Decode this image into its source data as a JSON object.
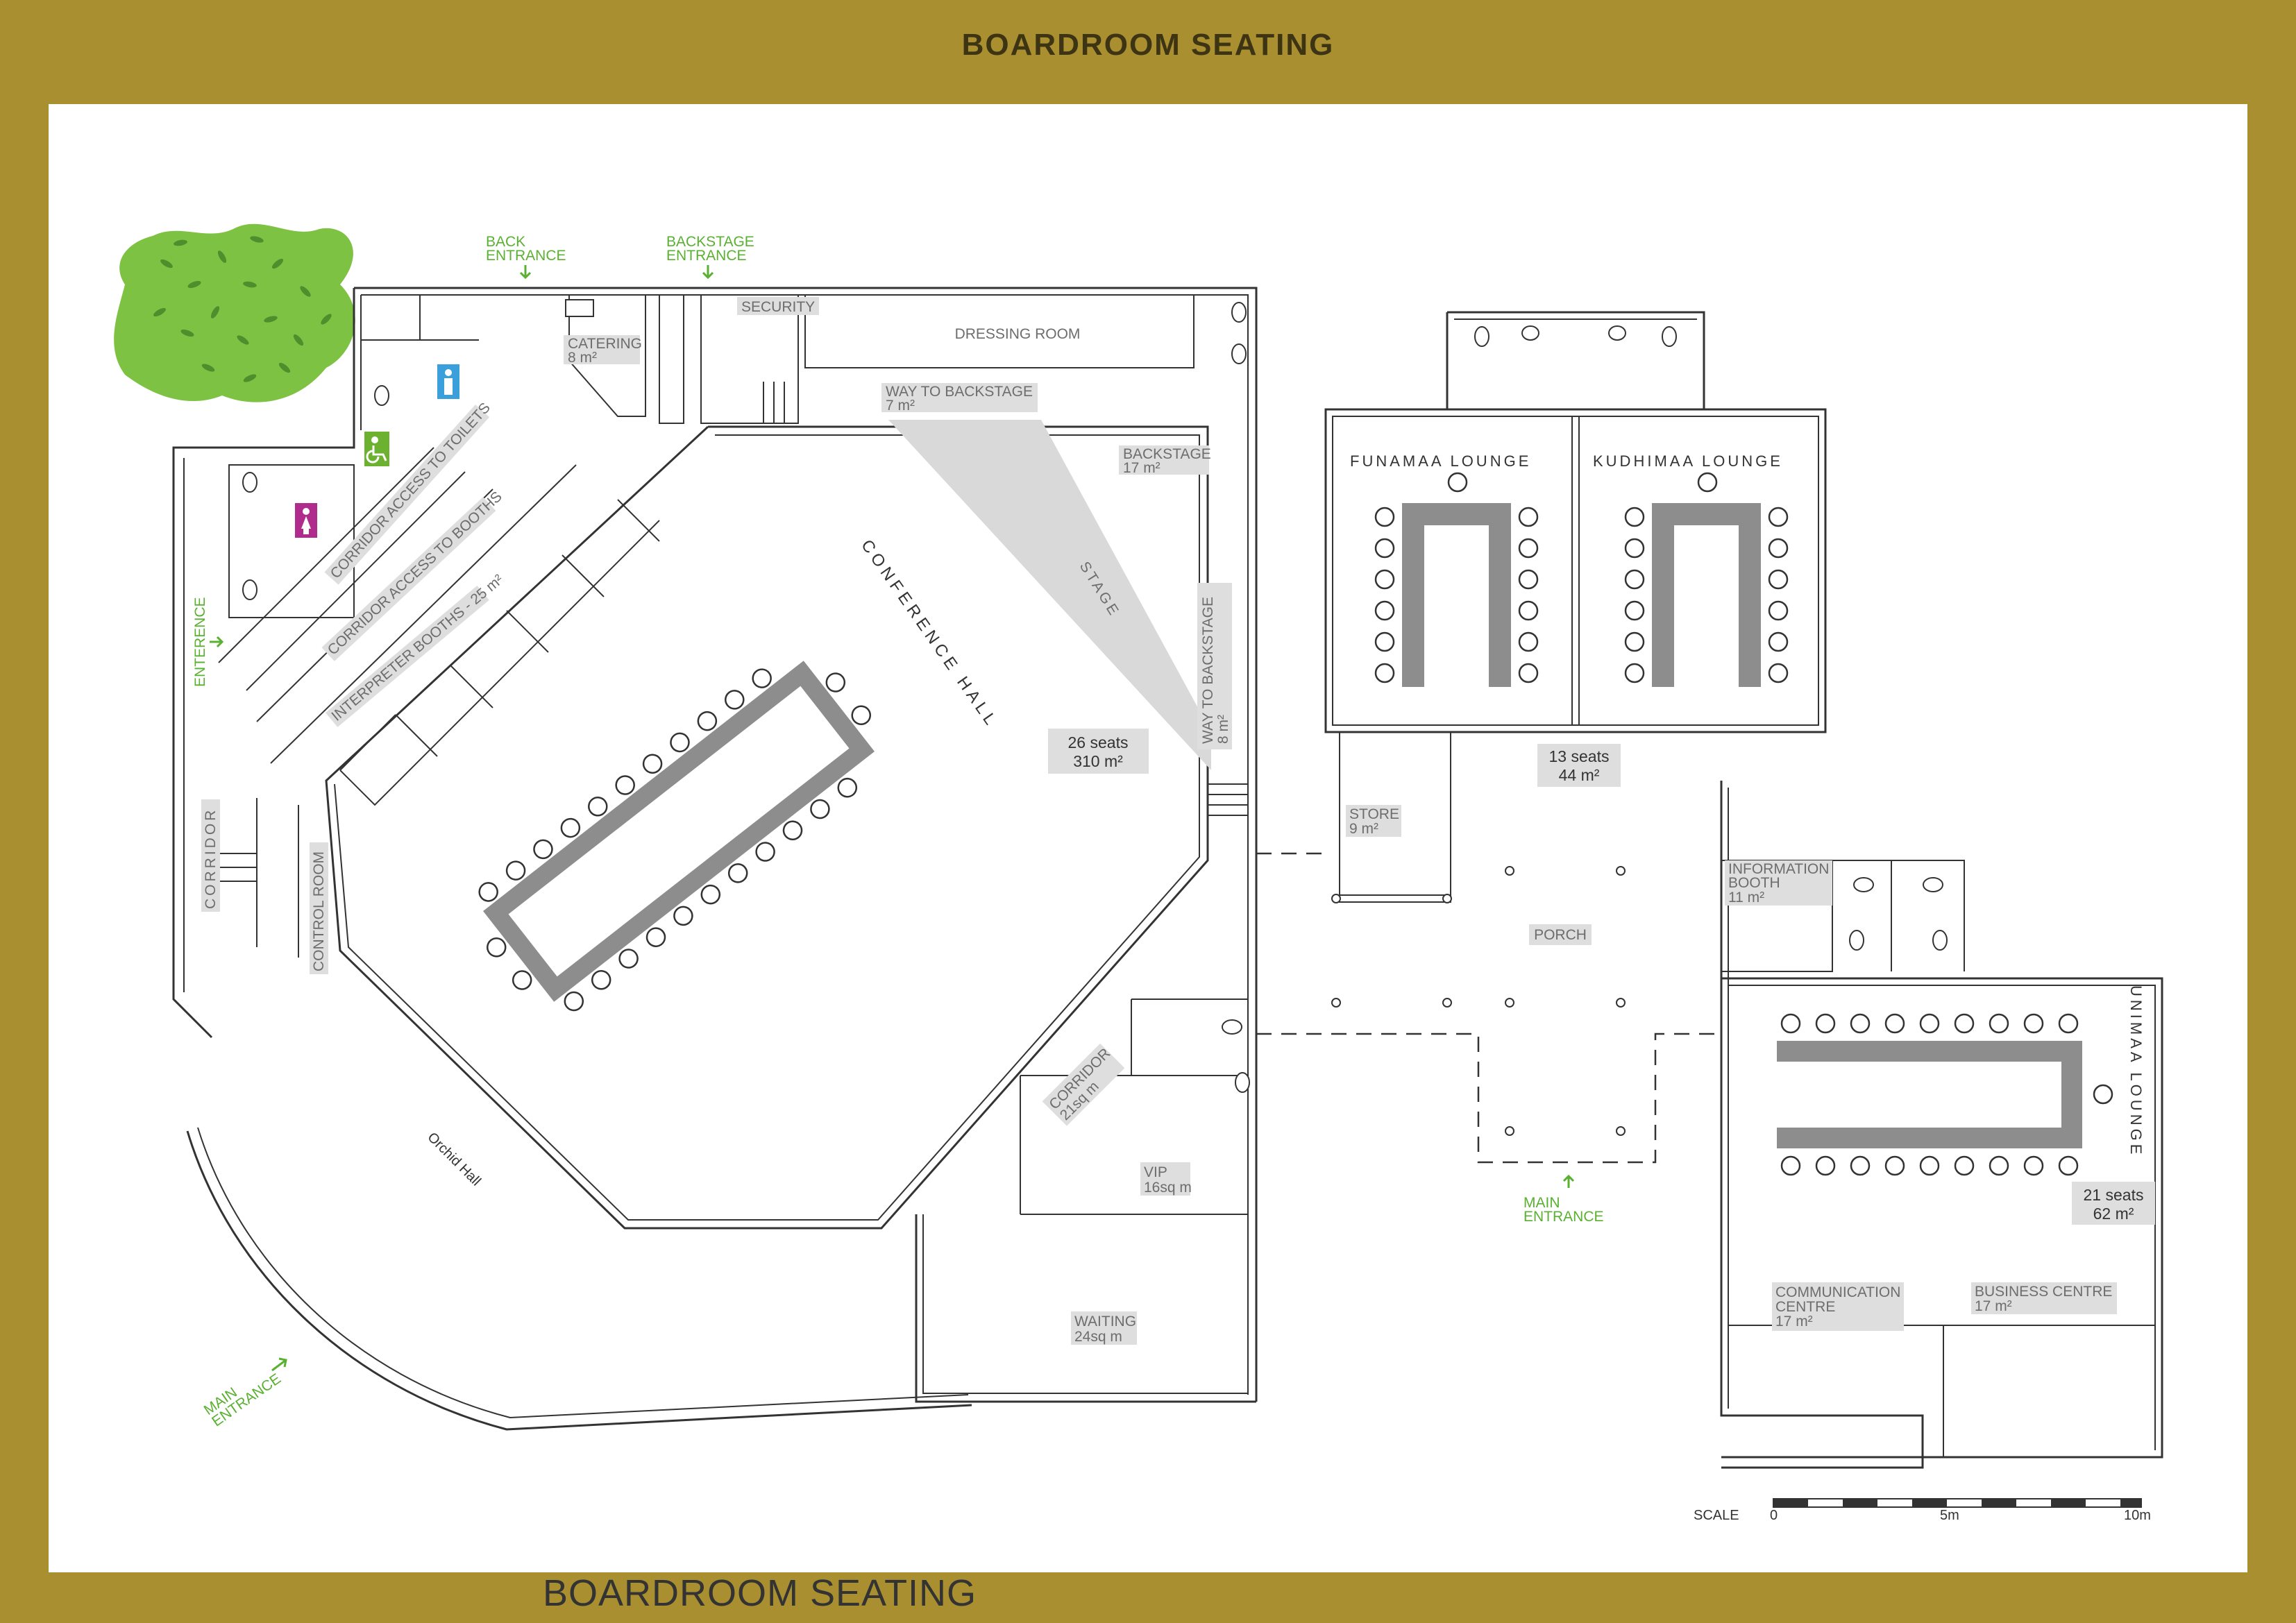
{
  "header": {
    "title": "BOARDROOM SEATING"
  },
  "footer": {
    "title": "BOARDROOM SEATING"
  },
  "scale": {
    "label": "SCALE",
    "ticks": [
      "0",
      "5m",
      "10m"
    ]
  },
  "entrances": {
    "back": [
      "BACK",
      "ENTRANCE"
    ],
    "backstage": [
      "BACKSTAGE",
      "ENTRANCE"
    ],
    "side": "ENTERENCE",
    "main_left": [
      "MAIN",
      "ENTRANCE"
    ],
    "main_center": [
      "MAIN",
      "ENTRANCE"
    ]
  },
  "rooms": {
    "catering": {
      "name": "CATERING",
      "area": "8 m²"
    },
    "security": {
      "name": "SECURITY"
    },
    "dressing": {
      "name": "DRESSING ROOM"
    },
    "way_backstage_top": {
      "name": "WAY TO BACKSTAGE",
      "area": "7 m²"
    },
    "backstage": {
      "name": "BACKSTAGE",
      "area": "17 m²"
    },
    "stage": {
      "name": "STAGE"
    },
    "conference_hall": {
      "name": "CONFERENCE HALL",
      "seats": "26 seats",
      "area": "310 m²"
    },
    "way_backstage_side": {
      "name": "WAY TO BACKSTAGE",
      "area": "8 m²"
    },
    "corridor_toilets": {
      "name": "CORRIDOR ACCESS TO TOILETS"
    },
    "corridor_booths": {
      "name": "CORRIDOR ACCESS TO BOOTHS"
    },
    "interpreter_booths": {
      "name": "INTERPRETER BOOTHS - 25 m²"
    },
    "corridor_left": {
      "name": "CORRIDOR"
    },
    "control_room": {
      "name": "CONTROL ROOM"
    },
    "orchid_hall": {
      "name": "Orchid Hall"
    },
    "corridor_lower": {
      "name": "CORRIDOR",
      "area": "21sq m"
    },
    "vip": {
      "name": "VIP",
      "area": "16sq m"
    },
    "waiting": {
      "name": "WAITING",
      "area": "24sq m"
    },
    "funamaa": {
      "name": "FUNAMAA LOUNGE"
    },
    "kudhimaa": {
      "name": "KUDHIMAA LOUNGE",
      "seats": "13 seats",
      "area": "44 m²"
    },
    "store": {
      "name": "STORE",
      "area": "9 m²"
    },
    "porch": {
      "name": "PORCH"
    },
    "info_booth": {
      "name_lines": [
        "INFORMATION",
        "BOOTH"
      ],
      "area": "11 m²"
    },
    "unimaa": {
      "name": "UNIMAA LOUNGE",
      "seats": "21 seats",
      "area": "62 m²"
    },
    "communication": {
      "name_lines": [
        "COMMUNICATION",
        "CENTRE"
      ],
      "area": "17 m²"
    },
    "business": {
      "name": "BUSINESS CENTRE",
      "area": "17 m²"
    }
  },
  "colors": {
    "frame": "#a98f30",
    "entrance_green": "#5ab031",
    "table_grey": "#8d8d8d",
    "label_chip": "#dedede",
    "male_sign": "#3b9fdc",
    "female_sign": "#b02c8c",
    "accessible_sign": "#6cb12f",
    "tree": "#7dc242"
  },
  "icons": [
    "male-toilet-icon",
    "female-toilet-icon",
    "accessible-toilet-icon",
    "tree-icon",
    "arrow-icon"
  ]
}
